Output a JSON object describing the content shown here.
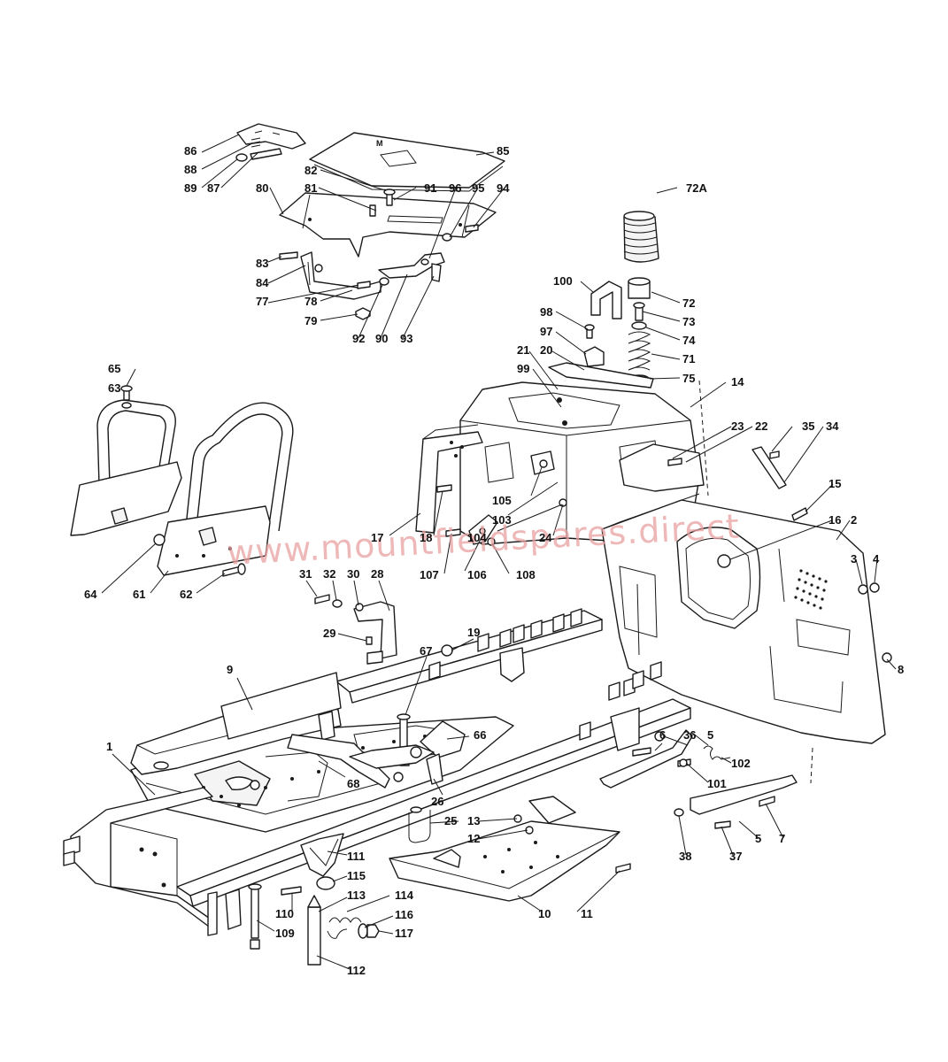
{
  "watermark": "www.mountfieldspares.direct",
  "colors": {
    "line": "#1a1a1a",
    "watermark": "#e8a0a0",
    "background": "#ffffff"
  },
  "callouts": [
    "86",
    "88",
    "89",
    "87",
    "82",
    "85",
    "80",
    "81",
    "91",
    "96",
    "95",
    "94",
    "83",
    "84",
    "77",
    "78",
    "79",
    "92",
    "90",
    "93",
    "72A",
    "100",
    "72",
    "73",
    "74",
    "71",
    "75",
    "98",
    "97",
    "21",
    "20",
    "99",
    "65",
    "63",
    "14",
    "23",
    "22",
    "35",
    "34",
    "105",
    "103",
    "104",
    "17",
    "18",
    "24",
    "15",
    "16",
    "2",
    "3",
    "4",
    "107",
    "106",
    "108",
    "64",
    "61",
    "62",
    "31",
    "32",
    "30",
    "28",
    "29",
    "19",
    "67",
    "9",
    "66",
    "8",
    "1",
    "6",
    "36",
    "5",
    "102",
    "101",
    "68",
    "26",
    "25",
    "13",
    "12",
    "111",
    "115",
    "113",
    "114",
    "116",
    "117",
    "110",
    "109",
    "112",
    "10",
    "11",
    "5",
    "7",
    "38",
    "37"
  ]
}
